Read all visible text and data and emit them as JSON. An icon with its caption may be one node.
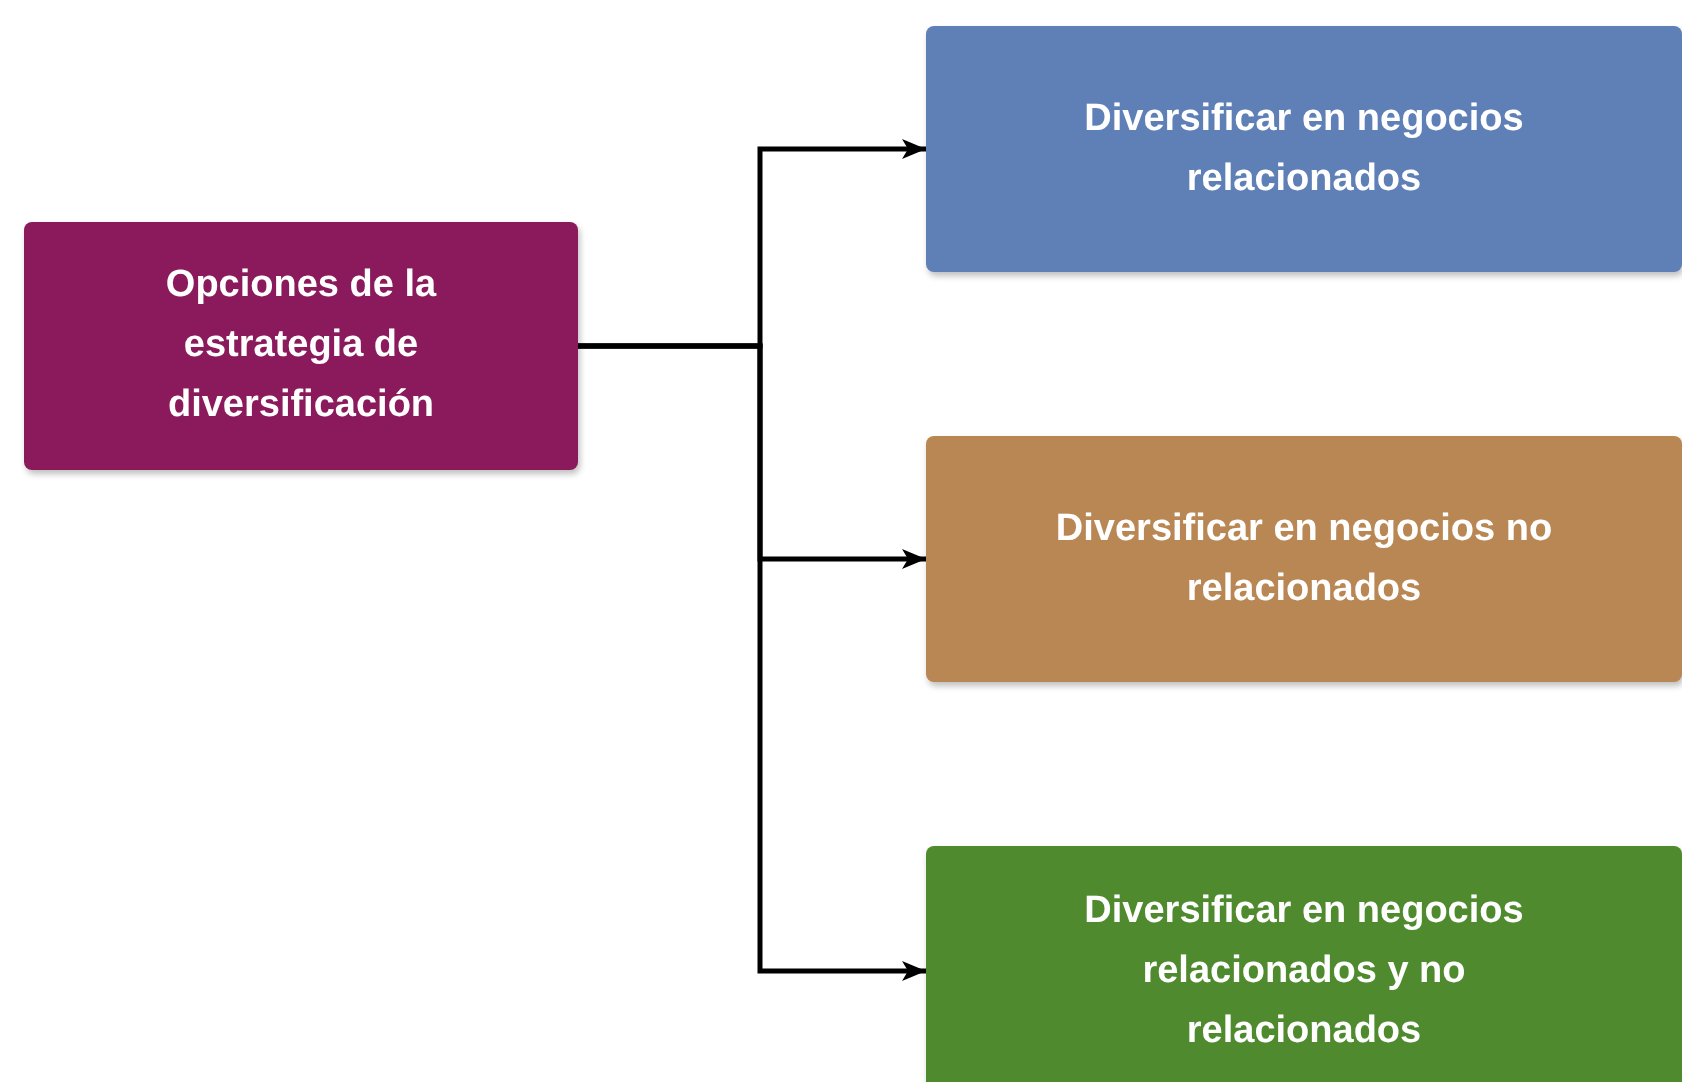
{
  "diagram": {
    "nodes": [
      {
        "text": [
          "Opciones de la estrategia de diversificación"
        ]
      },
      {
        "text": [
          "Diversificar en negocios relacionados"
        ]
      },
      {
        "text": [
          "Diversificar en negocios no relacionados"
        ]
      },
      {
        "text": [
          "Diversificar en negocios relacionados y no relacionados"
        ]
      }
    ],
    "edges": [
      {
        "from": 0,
        "to": 1,
        "arrow": "to"
      },
      {
        "from": 0,
        "to": 2,
        "arrow": "to"
      },
      {
        "from": 0,
        "to": 3,
        "arrow": "to"
      }
    ]
  }
}
